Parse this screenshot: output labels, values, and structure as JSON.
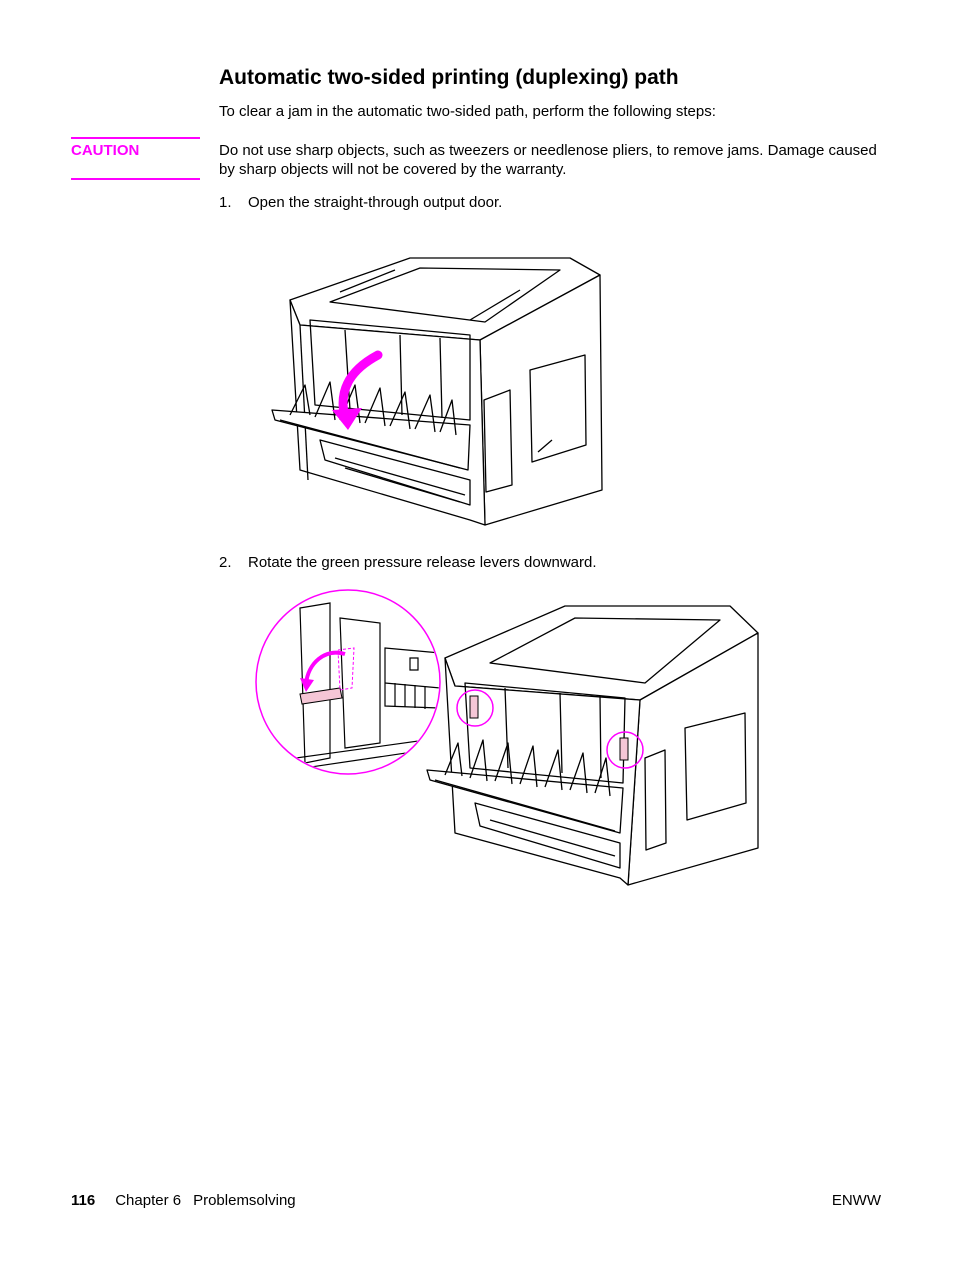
{
  "title": "Automatic two-sided printing (duplexing) path",
  "intro": "To clear a jam in the automatic two-sided path, perform the following steps:",
  "caution": {
    "label": "CAUTION",
    "text": "Do not use sharp objects, such as tweezers or needlenose pliers, to remove jams. Damage caused by sharp objects will not be covered by the warranty."
  },
  "steps": [
    {
      "number": "1.",
      "text": "Open the straight-through output door."
    },
    {
      "number": "2.",
      "text": "Rotate the green pressure release levers downward."
    }
  ],
  "footer": {
    "page_number": "116",
    "chapter": "Chapter 6",
    "section": "Problemsolving",
    "right": "ENWW"
  },
  "colors": {
    "accent": "#ff00ff",
    "arrow": "#ff00ff",
    "lever": "#f5c6d6"
  }
}
